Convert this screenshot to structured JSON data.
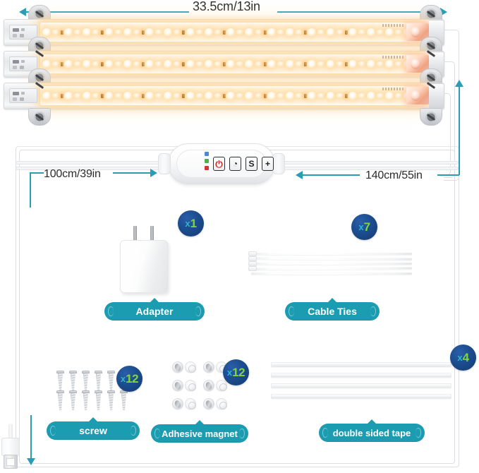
{
  "dimensions": {
    "bar_length": "33.5cm/13in",
    "left_cable": "100cm/39in",
    "right_cable": "140cm/55in"
  },
  "light_bars": {
    "count": 3,
    "leds_per_bar": 46,
    "label": "led-grow-light-bar"
  },
  "controller": {
    "name": "inline-controller",
    "buttons": [
      {
        "name": "power-button",
        "glyph": "⏻"
      },
      {
        "name": "timer-button",
        "glyph": "◔"
      },
      {
        "name": "spectrum-button",
        "glyph": "S"
      },
      {
        "name": "brightness-button",
        "glyph": "+"
      }
    ],
    "indicators": [
      {
        "name": "indicator-blue",
        "color": "#4f87d6"
      },
      {
        "name": "indicator-green",
        "color": "#4caf50"
      },
      {
        "name": "indicator-red",
        "color": "#d8332f"
      }
    ]
  },
  "accessories": [
    {
      "id": "adapter",
      "label": "Adapter",
      "qty": "1",
      "qty_prefix": "x"
    },
    {
      "id": "cable-ties",
      "label": "Cable  Ties",
      "qty": "7",
      "qty_prefix": "x"
    },
    {
      "id": "screw",
      "label": "screw",
      "qty": "12",
      "qty_prefix": "x"
    },
    {
      "id": "magnet",
      "label": "Adhesive magnet",
      "qty": "12",
      "qty_prefix": "x"
    },
    {
      "id": "tape",
      "label": "double sided tape",
      "qty": "4",
      "qty_prefix": "x"
    }
  ],
  "colors": {
    "accent_teal": "#2a9db5",
    "pill_teal": "#1b9cb0",
    "badge_blue": "#1d4e91",
    "badge_x": "#2cb7c9",
    "badge_number": "#7fd63a",
    "dim_text": "#2b2b2b",
    "led_warm": "#ffe0ae"
  }
}
